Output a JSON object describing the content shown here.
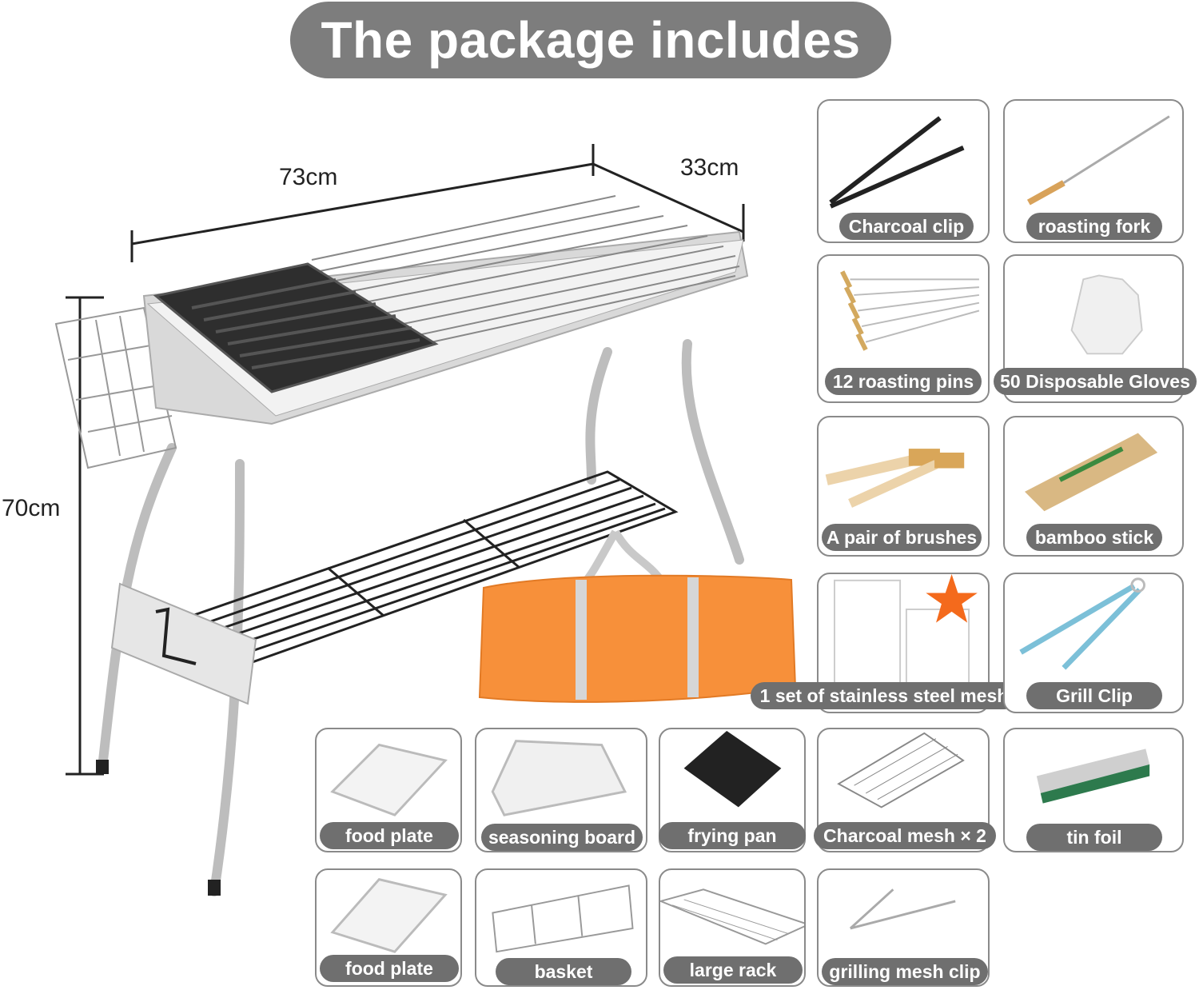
{
  "title": "The package includes",
  "dimensions": {
    "length": "73cm",
    "width": "33cm",
    "height": "70cm"
  },
  "items": [
    {
      "label": "Charcoal clip"
    },
    {
      "label": "roasting fork"
    },
    {
      "label": "12 roasting pins"
    },
    {
      "label": "50 Disposable Gloves"
    },
    {
      "label": "A pair of brushes"
    },
    {
      "label": "bamboo stick"
    },
    {
      "label": "1 set of stainless steel mesh"
    },
    {
      "label": "Grill Clip"
    },
    {
      "label": "food plate"
    },
    {
      "label": "seasoning board"
    },
    {
      "label": "frying pan"
    },
    {
      "label": "Charcoal mesh × 2"
    },
    {
      "label": "tin foil"
    },
    {
      "label": "food plate"
    },
    {
      "label": "basket"
    },
    {
      "label": "large rack"
    },
    {
      "label": "grilling mesh clip"
    }
  ],
  "colors": {
    "pill": "#6f6f6f",
    "title_pill": "#7d7d7d",
    "bag": "#f7903a",
    "star": "#f46a1c"
  }
}
